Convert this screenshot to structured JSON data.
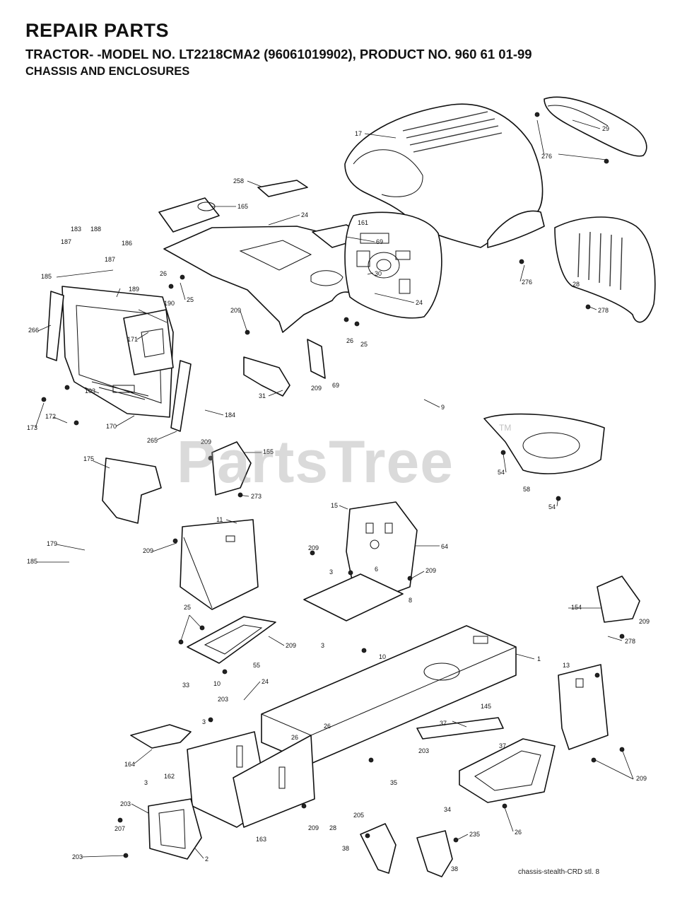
{
  "header": {
    "title": "REPAIR PARTS",
    "subtitle": "TRACTOR- -MODEL NO. LT2218CMA2 (96061019902), PRODUCT NO. 960 61 01-99",
    "section": "CHASSIS AND ENCLOSURES"
  },
  "watermark": {
    "text": "PartsTree",
    "trademark": "TM"
  },
  "footer": {
    "code": "chassis-stealth-CRD stl. 8"
  },
  "callouts": [
    "17",
    "29",
    "276",
    "258",
    "165",
    "24",
    "161",
    "69",
    "183",
    "188",
    "187",
    "186",
    "185",
    "187",
    "189",
    "26",
    "25",
    "190",
    "30",
    "276",
    "28",
    "278",
    "266",
    "171",
    "209",
    "24",
    "26",
    "25",
    "31",
    "209",
    "69",
    "9",
    "103",
    "172",
    "173",
    "170",
    "184",
    "265",
    "175",
    "209",
    "155",
    "273",
    "54",
    "58",
    "54",
    "15",
    "11",
    "179",
    "185",
    "209",
    "209",
    "64",
    "3",
    "6",
    "209",
    "8",
    "25",
    "209",
    "3",
    "10",
    "33",
    "55",
    "10",
    "154",
    "209",
    "278",
    "24",
    "203",
    "1",
    "13",
    "3",
    "164",
    "26",
    "26",
    "145",
    "37",
    "203",
    "37",
    "3",
    "162",
    "35",
    "34",
    "209",
    "203",
    "203",
    "207",
    "209",
    "28",
    "163",
    "205",
    "26",
    "235",
    "38",
    "38",
    "2"
  ],
  "colors": {
    "line": "#111111",
    "background": "#ffffff",
    "watermark": "#969696"
  }
}
